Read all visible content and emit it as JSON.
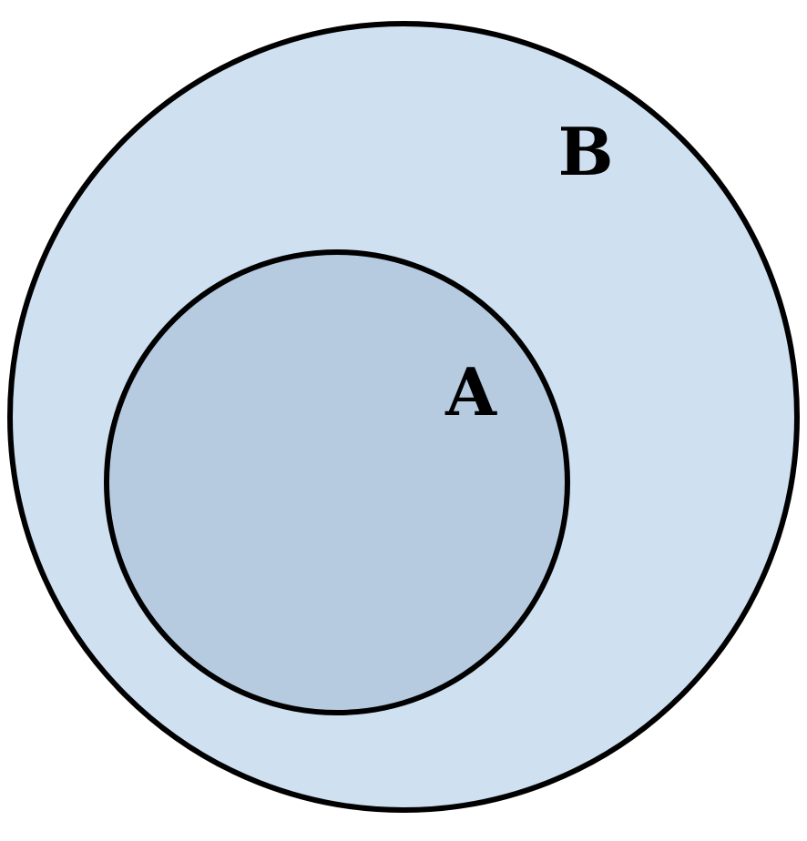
{
  "diagram": {
    "type": "venn-subset",
    "sets": {
      "outer": {
        "label": "B",
        "fill": "#cfe0f1"
      },
      "inner": {
        "label": "A",
        "fill": "#b6cae0"
      }
    },
    "relation": "A subset of B",
    "stroke_color": "#000000"
  }
}
